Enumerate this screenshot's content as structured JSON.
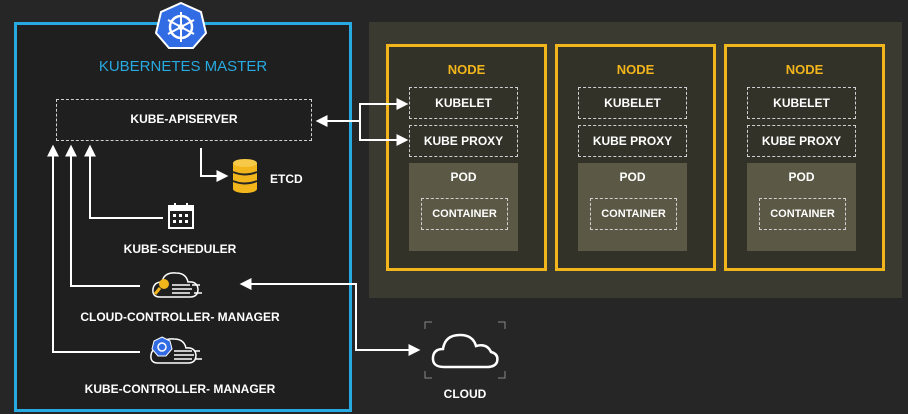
{
  "master": {
    "title": "KUBERNETES MASTER",
    "apiserver": "KUBE-APISERVER",
    "etcd": "ETCD",
    "scheduler": "KUBE-SCHEDULER",
    "cloud_controller": "CLOUD-CONTROLLER- MANAGER",
    "kube_controller": "KUBE-CONTROLLER- MANAGER"
  },
  "nodes": [
    {
      "title": "NODE",
      "kubelet": "KUBELET",
      "proxy": "KUBE PROXY",
      "pod": "POD",
      "container": "CONTAINER"
    },
    {
      "title": "NODE",
      "kubelet": "KUBELET",
      "proxy": "KUBE PROXY",
      "pod": "POD",
      "container": "CONTAINER"
    },
    {
      "title": "NODE",
      "kubelet": "KUBELET",
      "proxy": "KUBE PROXY",
      "pod": "POD",
      "container": "CONTAINER"
    }
  ],
  "cloud": {
    "label": "CLOUD"
  },
  "colors": {
    "master_border": "#27a9e1",
    "node_border": "#f2b51b",
    "etcd": "#f2b51b",
    "background": "#262626"
  },
  "icons": [
    "kubernetes-logo-icon",
    "database-icon",
    "calendar-icon",
    "cloud-key-icon",
    "cloud-kubernetes-icon",
    "cloud-icon"
  ]
}
